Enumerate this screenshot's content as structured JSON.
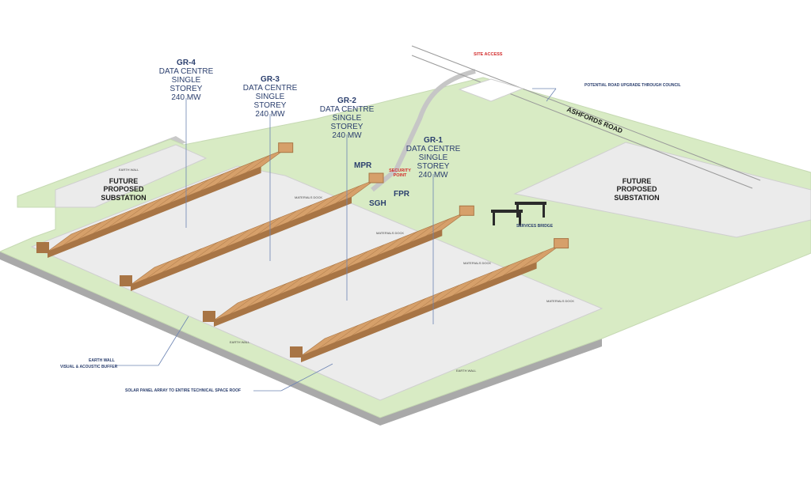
{
  "buildings": [
    {
      "name": "GR-4",
      "type": "DATA CENTRE",
      "storey": "SINGLE STOREY",
      "power": "240 MW"
    },
    {
      "name": "GR-3",
      "type": "DATA CENTRE",
      "storey": "SINGLE STOREY",
      "power": "240 MW"
    },
    {
      "name": "GR-2",
      "type": "DATA CENTRE",
      "storey": "SINGLE STOREY",
      "power": "240 MW"
    },
    {
      "name": "GR-1",
      "type": "DATA CENTRE",
      "storey": "SINGLE STOREY",
      "power": "240 MW"
    }
  ],
  "labels": {
    "site_access": "SITE ACCESS",
    "road_upgrade": "POTENTIAL ROAD UPGRADE THROUGH COUNCIL",
    "road_name": "ASHFORDS ROAD",
    "security_point": "SECURITY POINT",
    "mpr": "MPR",
    "fpr": "FPR",
    "sgh": "SGH",
    "services_bridge": "SERVICES BRIDGE",
    "earth_wall_line1": "EARTH WALL",
    "earth_wall_line2": "VISUAL & ACOUSTIC BUFFER",
    "solar": "SOLAR PANEL ARRAY TO ENTIRE TECHNICAL SPACE ROOF",
    "earth_wall_small": "EARTH WALL",
    "material_dock": "MATERIALS DOCK"
  },
  "substations": [
    {
      "line1": "FUTURE",
      "line2": "PROPOSED",
      "line3": "SUBSTATION"
    },
    {
      "line1": "FUTURE",
      "line2": "PROPOSED",
      "line3": "SUBSTATION"
    }
  ],
  "colors": {
    "grass": "#d8ebc4",
    "wall": "#bcbcbc",
    "roof": "#d6a06a",
    "roof_dark": "#a87545",
    "pad": "#ececec",
    "label": "#2b3f6e",
    "alert": "#d22a2a"
  }
}
